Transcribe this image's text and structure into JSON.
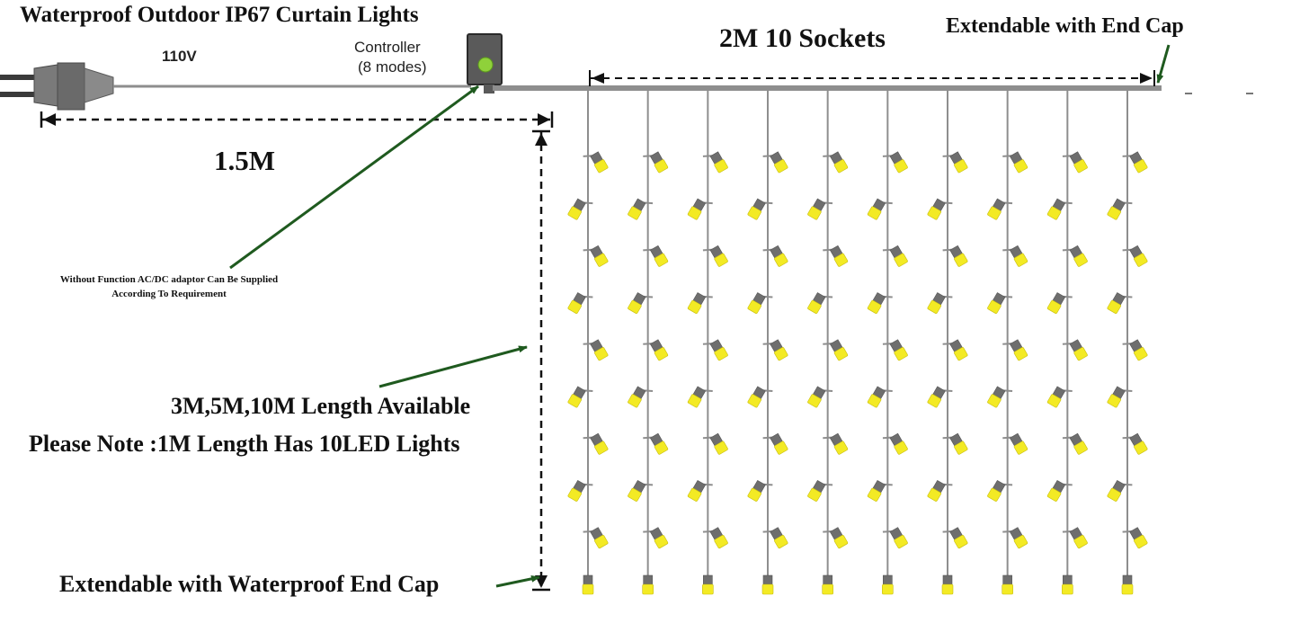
{
  "title": "Waterproof Outdoor IP67 Curtain Lights",
  "voltage_label": "110V",
  "controller": {
    "label_line1": "Controller",
    "label_line2": "(8 modes)"
  },
  "cable_length_label": "1.5M",
  "sockets_label": "2M 10 Sockets",
  "top_end_cap_label": "Extendable with End Cap",
  "adaptor_note": {
    "line1": "Without Function AC/DC adaptor Can Be Supplied",
    "line2": "According To Requirement"
  },
  "length_available_label": "3M,5M,10M Length Available",
  "length_note_label": "Please Note :1M Length Has 10LED Lights",
  "bottom_end_cap_label": "Extendable with Waterproof End Cap",
  "strands": 10,
  "bulbs_per_strand": 10,
  "colors": {
    "bulb": "#f3ea24",
    "socket": "#6e6e6e",
    "wire": "#8e8e8e",
    "arrow": "#1f5a1f",
    "led": "#8fd13a"
  },
  "icons": [
    "power-plug-icon",
    "controller-icon",
    "bulb-icon",
    "arrow-icon"
  ]
}
